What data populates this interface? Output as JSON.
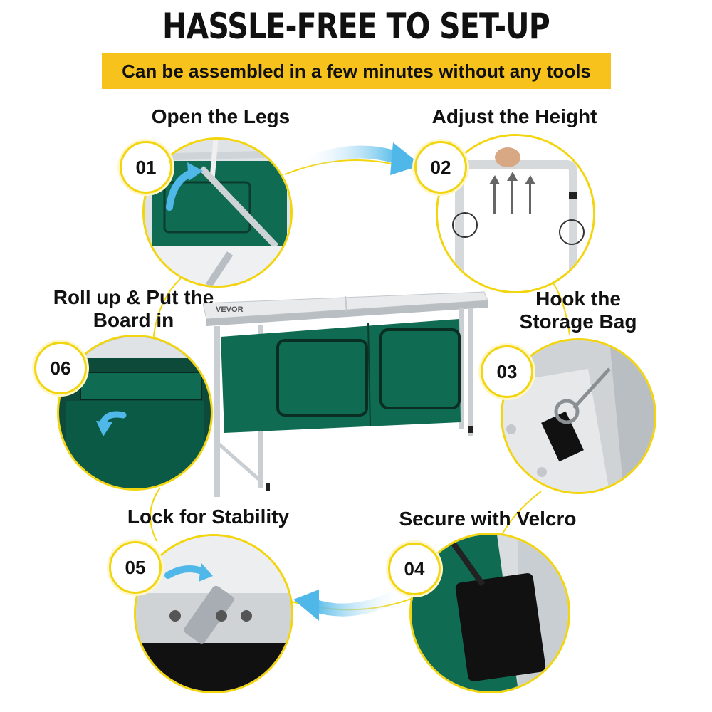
{
  "header": {
    "title": "HASSLE-FREE TO SET-UP",
    "subtitle": "Can be assembled in a few minutes without any tools"
  },
  "steps": [
    {
      "number": "01",
      "label": "Open the Legs"
    },
    {
      "number": "02",
      "label": "Adjust the Height"
    },
    {
      "number": "03",
      "label": "Hook the\nStorage Bag"
    },
    {
      "number": "04",
      "label": "Secure with Velcro"
    },
    {
      "number": "05",
      "label": "Lock for Stability"
    },
    {
      "number": "06",
      "label": "Roll up & Put the\nBoard in"
    }
  ],
  "product": {
    "brand": "VEVOR"
  },
  "colors": {
    "accent": "#f6c21b",
    "ring": "#f2d50f",
    "bag": "#0f6b52",
    "arrow": "#4fb8e8"
  }
}
